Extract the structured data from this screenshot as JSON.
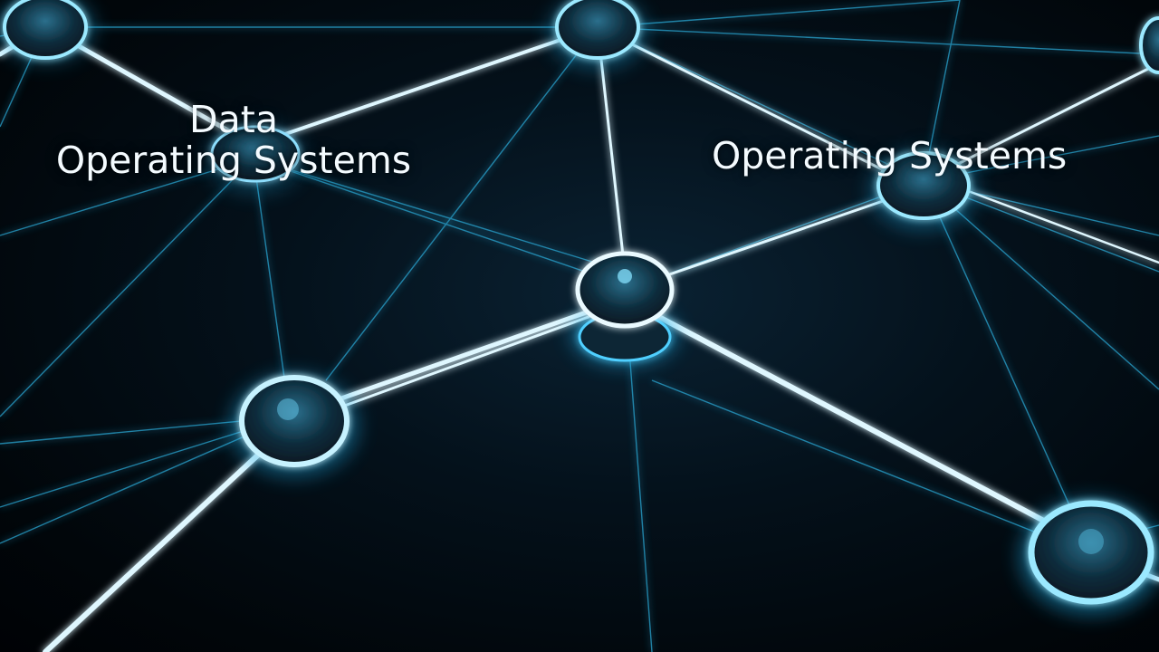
{
  "labels": {
    "left_line1": "Data",
    "left_line2": "Operating Systems",
    "right": "Operating Systems"
  },
  "colors": {
    "background": "#02070c",
    "link_glow": "#3fd0ff",
    "link_core": "#eafaff",
    "node_rim": "#7fe4ff",
    "node_fill": "#0c2a3a"
  }
}
